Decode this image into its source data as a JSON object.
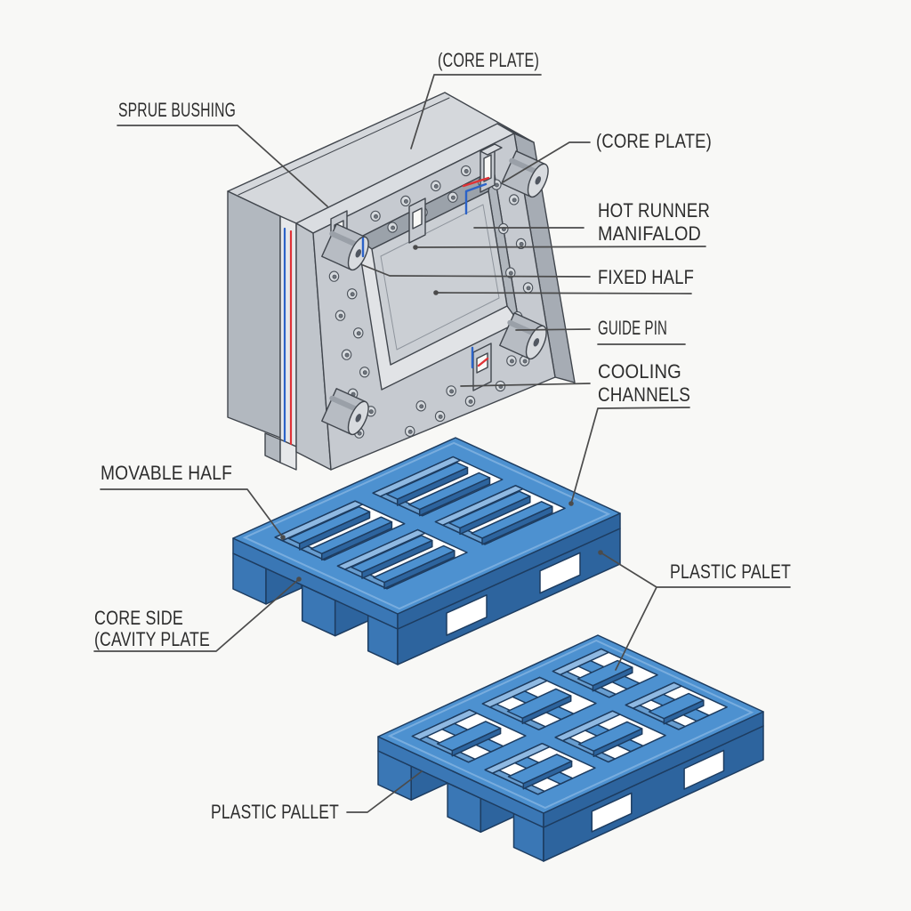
{
  "diagram": {
    "subject": "injection-mold-and-plastic-pallets",
    "labels": {
      "sprue_bushing": "SPRUE BUSHING",
      "core_plate_top": "(CORE PLATE)",
      "core_plate_right": "(CORE PLATE)",
      "hot_runner": [
        "HOT RUNNER",
        "MANIFALOD"
      ],
      "fixed_half": "FIXED HALF",
      "guide_pin": "GUIDE PIN",
      "cooling": [
        "COOLING",
        "CHANNELS"
      ],
      "movable_half": "MOVABLE HALF",
      "core_side": [
        "CORE SIDE",
        "(CAVITY PLATE"
      ],
      "plastic_palet": "PLASTIC PALET",
      "plastic_pallet": "PLASTIC PALLET"
    },
    "colors": {
      "background": "#f8f8f6",
      "ink": "#2d2d2d",
      "leader": "#4b4b4b",
      "outline": "#41464d",
      "mold_top": "#d5d8dc",
      "mold_left": "#b2b8bf",
      "mold_strip": "#e6e8ea",
      "mold_step": "#c0c5cb",
      "mold_sliver": "#a6acb4",
      "mold_tstrip": "#dadde1",
      "mold_face": "#c6cad0",
      "recess_light": "#e1e3e6",
      "recess_wall_dark": "#9ba2aa",
      "recess_wall_mid": "#b0b6bd",
      "recess_floor": "#cbcfd4",
      "pin_body": "#b7bcc3",
      "pin_shade": "#9aa0a8",
      "pin_cap": "#d8dbdf",
      "pin_hole": "#515761",
      "bolt_face": "#d6dade",
      "bolt_core": "#6e747c",
      "cooling_red": "#e03236",
      "cooling_blue": "#2c63c8",
      "pallet_top": "#4d91d0",
      "pallet_side": "#3a77b5",
      "pallet_dark": "#2d649e",
      "pallet_wall": "#8fb9e2",
      "pallet_wall2": "#679dd0",
      "pallet_rim": "#79adde",
      "pallet_line": "#1d3c60",
      "white": "#ffffff"
    }
  }
}
